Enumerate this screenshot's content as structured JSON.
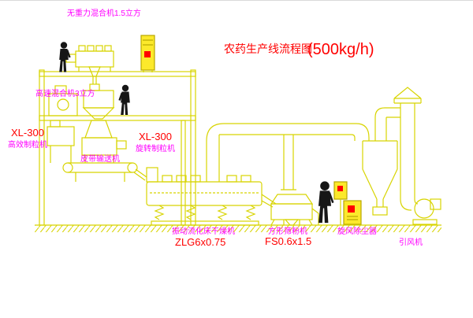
{
  "title": {
    "name": "农药生产线流程图",
    "capacity": "(500kg/h)"
  },
  "labels": {
    "mixer_top": "无重力混合机1.5立方",
    "mixer_high_speed": "高速混合机3立方",
    "granulator_left_model": "XL-300",
    "granulator_left": "高效制粒机",
    "granulator_mid_model": "XL-300",
    "granulator_mid": "旋转制粒机",
    "belt_conveyor": "皮带输送机",
    "dryer": "振动流化床干燥机",
    "dryer_model": "ZLG6x0.75",
    "sieve": "方形筛粉机",
    "sieve_model": "FS0.6x1.5",
    "cyclone": "旋风除尘器",
    "fan": "引风机"
  },
  "colors": {
    "line": "#d8d400",
    "label": "#ff00ff",
    "model_text": "#ff0000",
    "cabinet_fill": "#fce92b",
    "alarm_red": "#ff0000",
    "figure": "#161616"
  }
}
